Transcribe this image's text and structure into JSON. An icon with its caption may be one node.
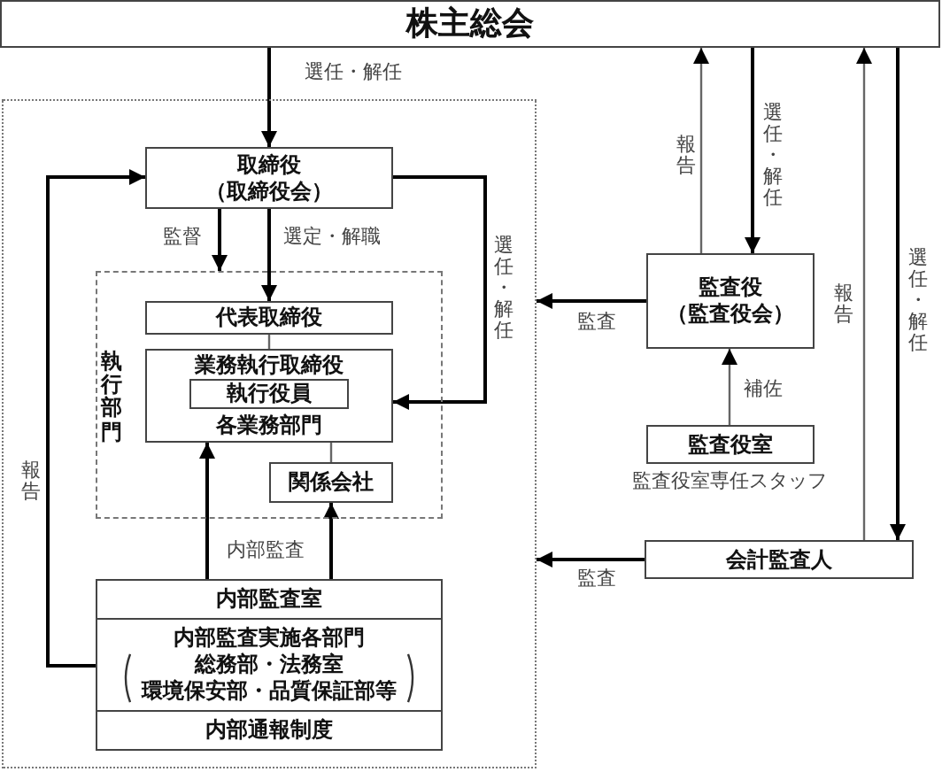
{
  "diagram": {
    "nodes": [
      {
        "text": [
          "株主総会"
        ]
      },
      {
        "text": [],
        "shape": "box"
      },
      {
        "text": [
          "取締役",
          "（取締役会）"
        ],
        "in": 1
      },
      {
        "text": [
          "執行部門"
        ],
        "in": 1
      },
      {
        "text": [
          "代表取締役"
        ],
        "in": 3
      },
      {
        "text": [
          "業務執行取締役",
          "各業務部門"
        ],
        "in": 3
      },
      {
        "text": [
          "執行役員"
        ],
        "in": 5
      },
      {
        "text": [
          "関係会社"
        ],
        "in": 3
      },
      {
        "text": [
          "内部監査室",
          "内部監査実施各部門",
          "総務部・法務室",
          "環境保安部・品質保証部等",
          "内部通報制度"
        ],
        "in": 1
      },
      {
        "text": [
          "監査役",
          "（監査役会）"
        ]
      },
      {
        "text": [
          "監査役室"
        ],
        "beside": [
          "監査役室専任スタッフ"
        ]
      },
      {
        "text": [
          "会計監査人"
        ]
      }
    ],
    "edges": [
      {
        "from": 0,
        "to": 2,
        "arrow": "to",
        "label": "選任・解任"
      },
      {
        "from": 2,
        "to": 3,
        "arrow": "to",
        "label": "監督"
      },
      {
        "from": 2,
        "to": 4,
        "arrow": "to",
        "label": "選定・解職"
      },
      {
        "from": 2,
        "to": 5,
        "arrow": "to",
        "label": "選任・解任"
      },
      {
        "from": 4,
        "to": 5,
        "arrow": "none",
        "color": "#666666"
      },
      {
        "from": 5,
        "to": 7,
        "arrow": "none",
        "color": "#666666"
      },
      {
        "from": 8,
        "to": 5,
        "arrow": "to",
        "label": "内部監査"
      },
      {
        "from": 8,
        "to": 7,
        "arrow": "to"
      },
      {
        "from": 8,
        "to": 2,
        "arrow": "to",
        "label": "報告"
      },
      {
        "from": 9,
        "to": 0,
        "arrow": "to",
        "label": "報告",
        "color": "#666666"
      },
      {
        "from": 0,
        "to": 9,
        "arrow": "to",
        "label": "選任・解任"
      },
      {
        "from": 9,
        "to": 1,
        "arrow": "to",
        "label": "監査"
      },
      {
        "from": 10,
        "to": 9,
        "arrow": "to",
        "label": "補佐",
        "color": "#666666"
      },
      {
        "from": 11,
        "to": 0,
        "arrow": "to",
        "label": "報告",
        "color": "#666666"
      },
      {
        "from": 0,
        "to": 11,
        "arrow": "to",
        "label": "選任・解任"
      },
      {
        "from": 11,
        "to": 1,
        "arrow": "to",
        "label": "監査"
      }
    ]
  }
}
